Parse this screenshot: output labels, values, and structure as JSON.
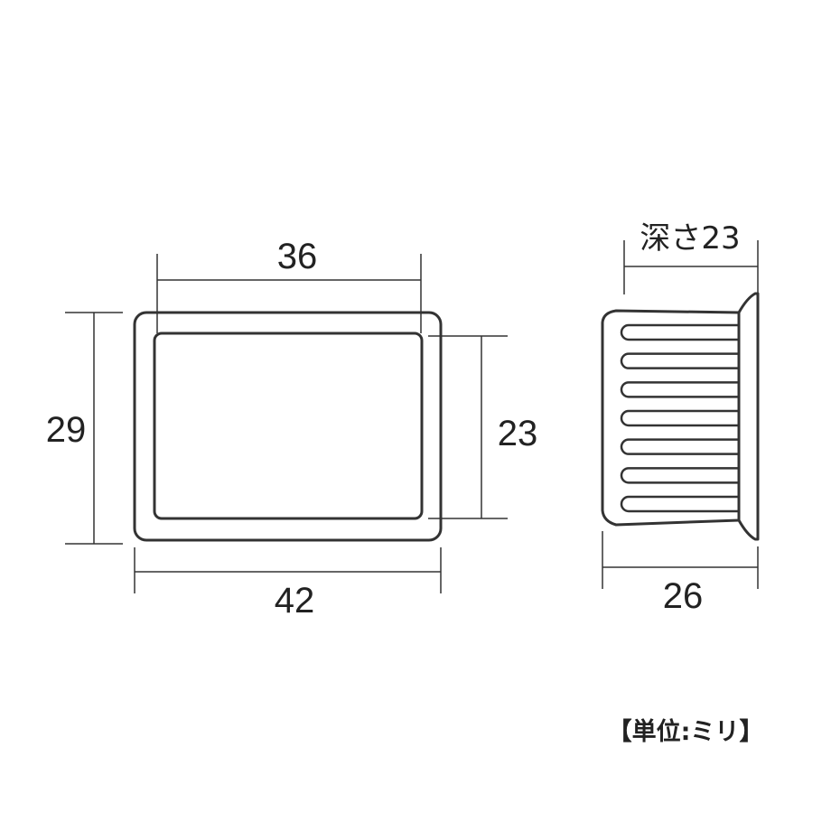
{
  "front_view": {
    "top_dimension": "36",
    "bottom_dimension": "42",
    "left_dimension": "29",
    "right_dimension": "23"
  },
  "side_view": {
    "depth_label": "深さ23",
    "bottom_dimension": "26",
    "rib_count": 7
  },
  "unit_label": "【単位:ミリ】"
}
